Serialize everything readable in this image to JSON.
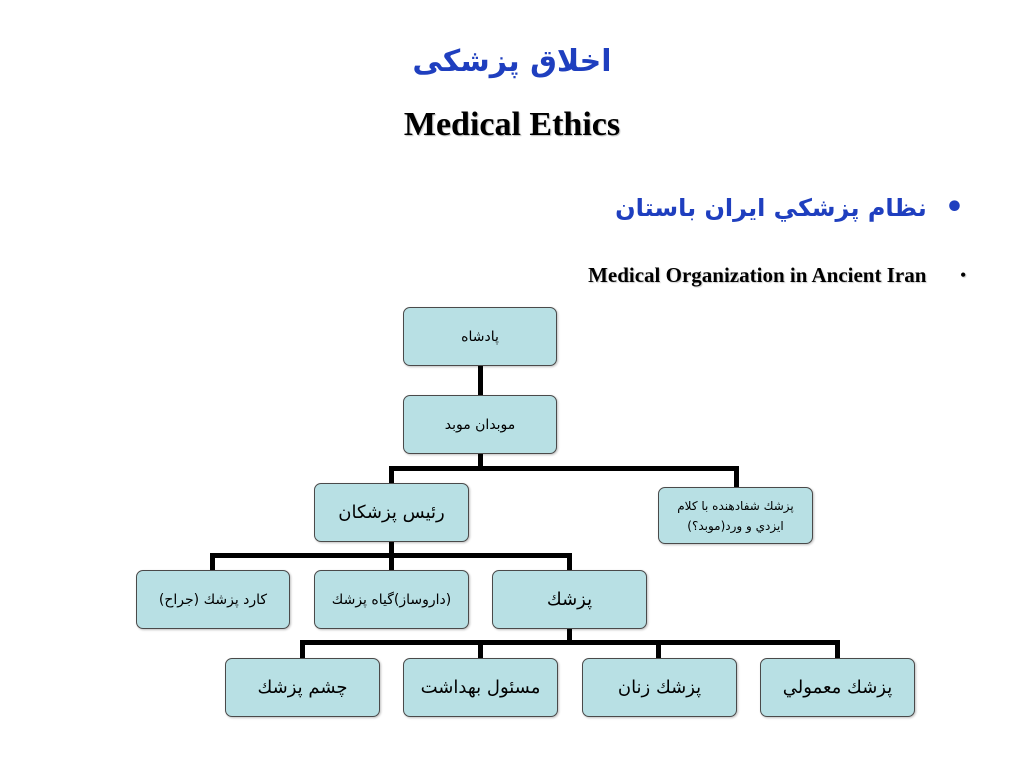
{
  "slide": {
    "title_fa": "اخلاق پزشکی",
    "title_en": "Medical Ethics",
    "bullets": [
      {
        "marker": "•",
        "text": "نظام پزشكي ايران باستان"
      },
      {
        "marker": "•",
        "text": "Medical Organization in Ancient Iran"
      }
    ]
  },
  "org_chart": {
    "king": "پادشاه",
    "chief_priest": "موبدان موبد",
    "chief_physicians": "رئیس پزشکان",
    "word_healer": "پزشك شفادهنده با كلام ايزدي و ورد(موبد؟)",
    "knife_physician": "کارد پزشك (جراح)",
    "herbal_physician": "(داروساز)گیاه پزشك",
    "physician": "پزشك",
    "eye_physician": "چشم پزشك",
    "hygiene_officer": "مسئول بهداشت",
    "women_physician": "پزشك زنان",
    "general_physician": "پزشك معمولي"
  },
  "colors": {
    "title": "#1f3fbf",
    "node_fill": "#b8e0e4",
    "connector": "#000000"
  }
}
